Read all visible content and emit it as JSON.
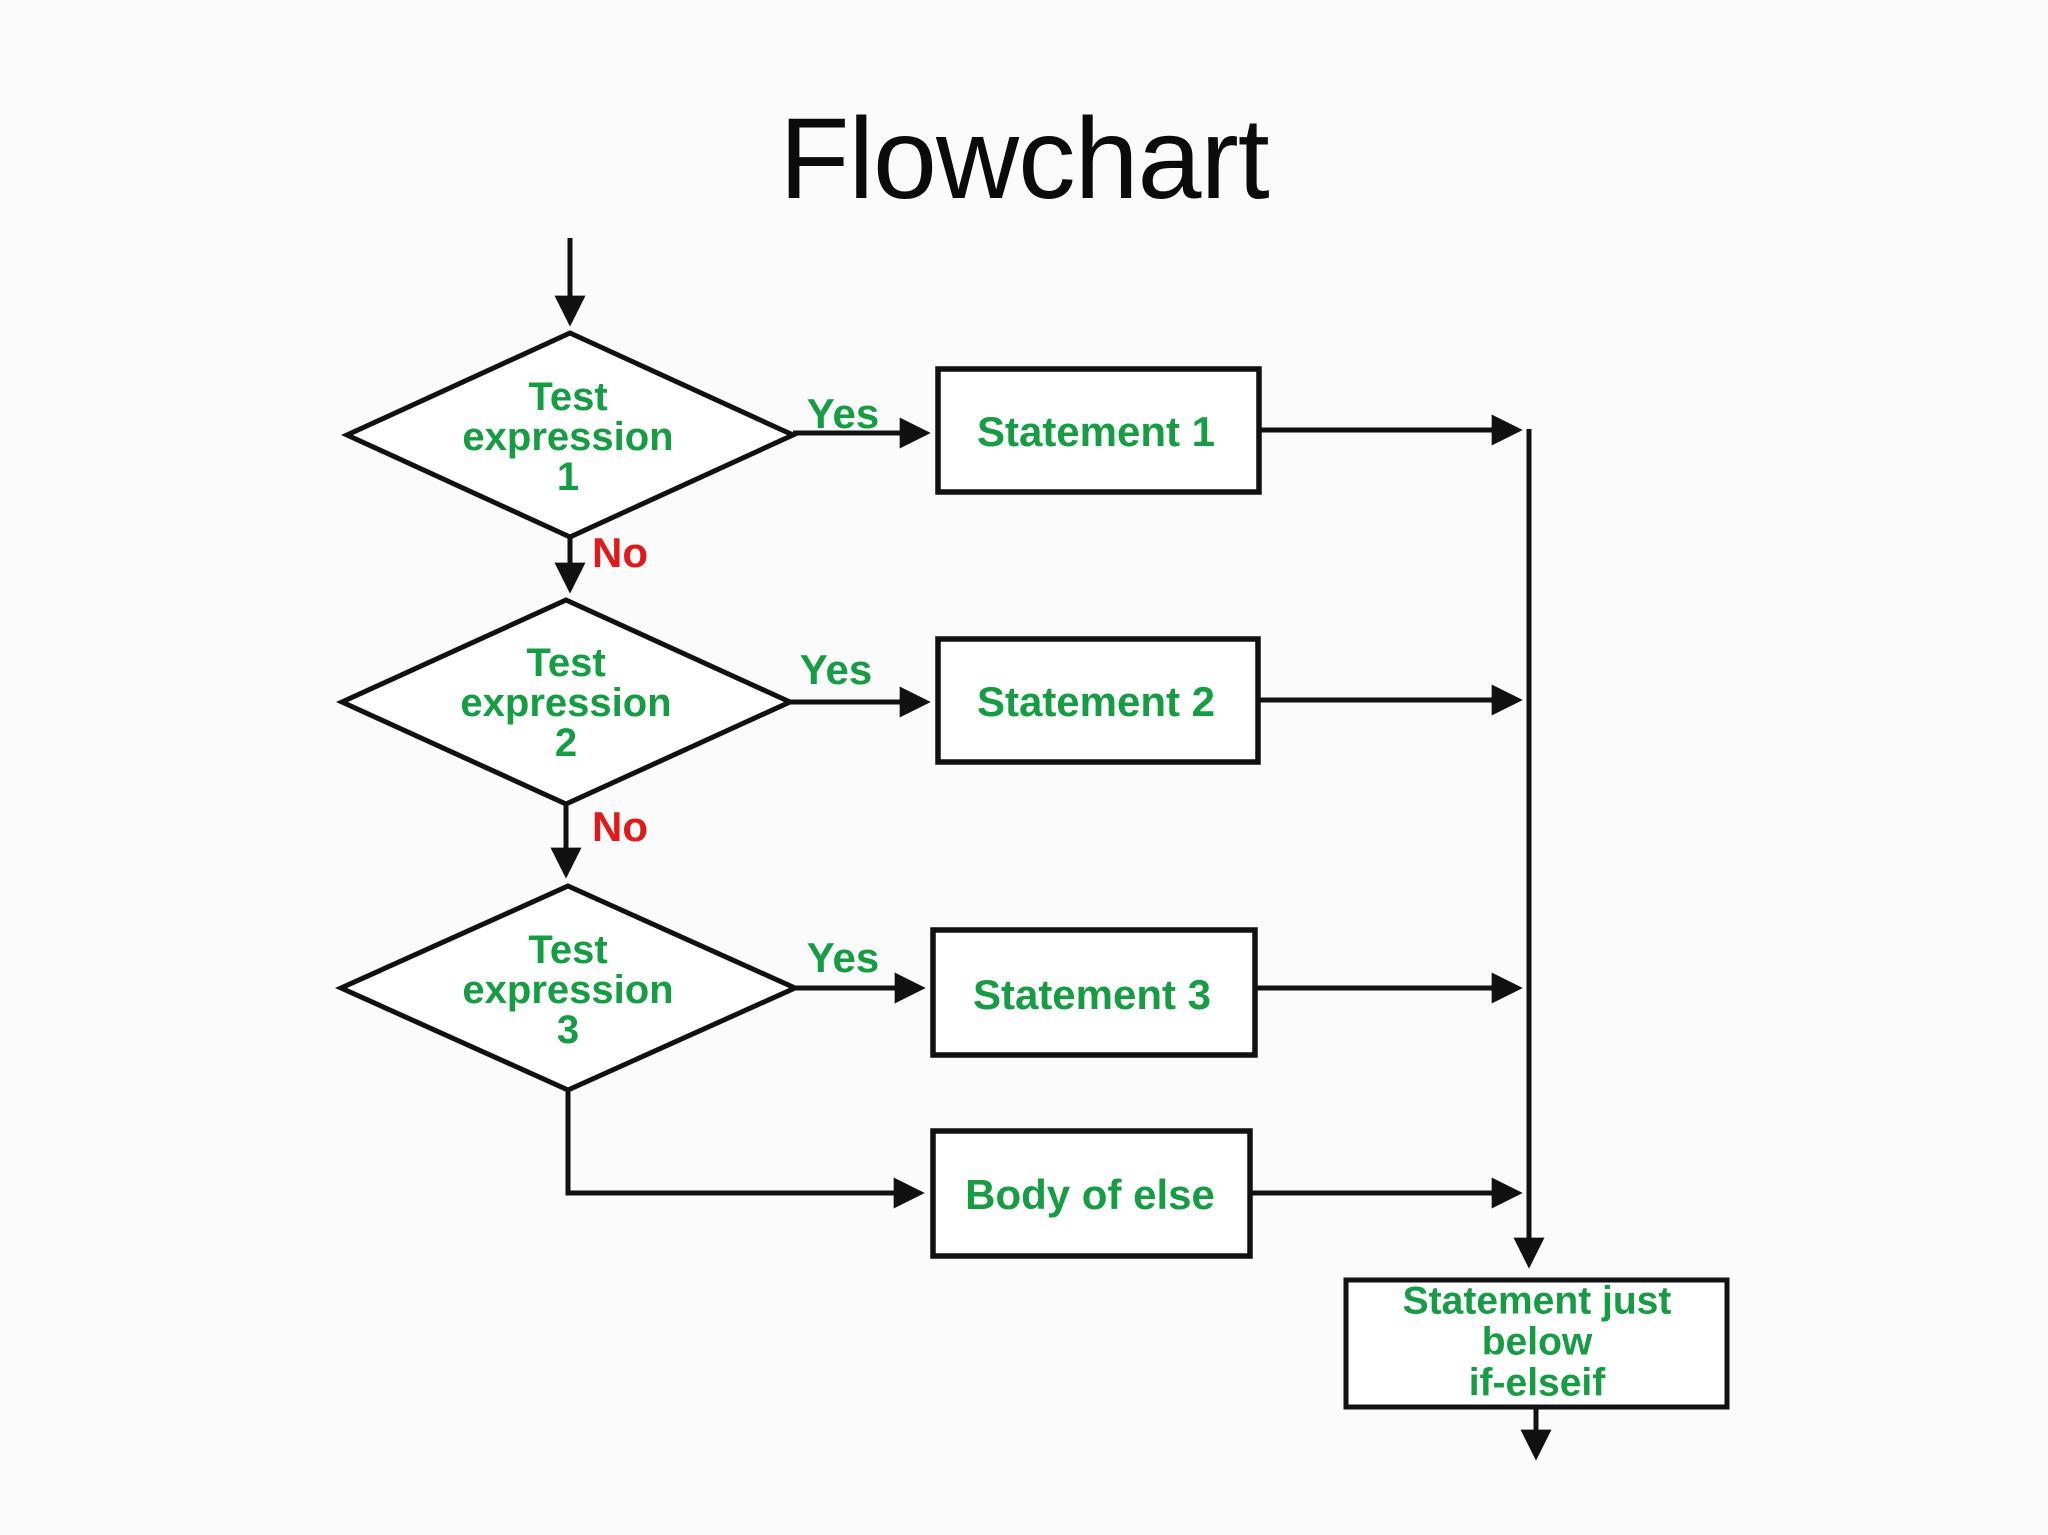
{
  "title": "Flowchart",
  "colors": {
    "shape_text_green": "#169c43",
    "no_label_red": "#e01a1a",
    "line_black": "#111111",
    "shape_fill": "#ffffff",
    "background": "#fbfbfb"
  },
  "flowchart": {
    "decisions": [
      {
        "lines": [
          "Test",
          "expression",
          "1"
        ]
      },
      {
        "lines": [
          "Test",
          "expression",
          "2"
        ]
      },
      {
        "lines": [
          "Test",
          "expression",
          "3"
        ]
      }
    ],
    "edge_labels": {
      "yes": "Yes",
      "no": "No"
    },
    "processes": [
      {
        "label": "Statement 1"
      },
      {
        "label": "Statement 2"
      },
      {
        "label": "Statement 3"
      },
      {
        "label": "Body of else"
      }
    ],
    "terminal": {
      "lines": [
        "Statement just",
        "below",
        "if-elseif"
      ]
    }
  }
}
